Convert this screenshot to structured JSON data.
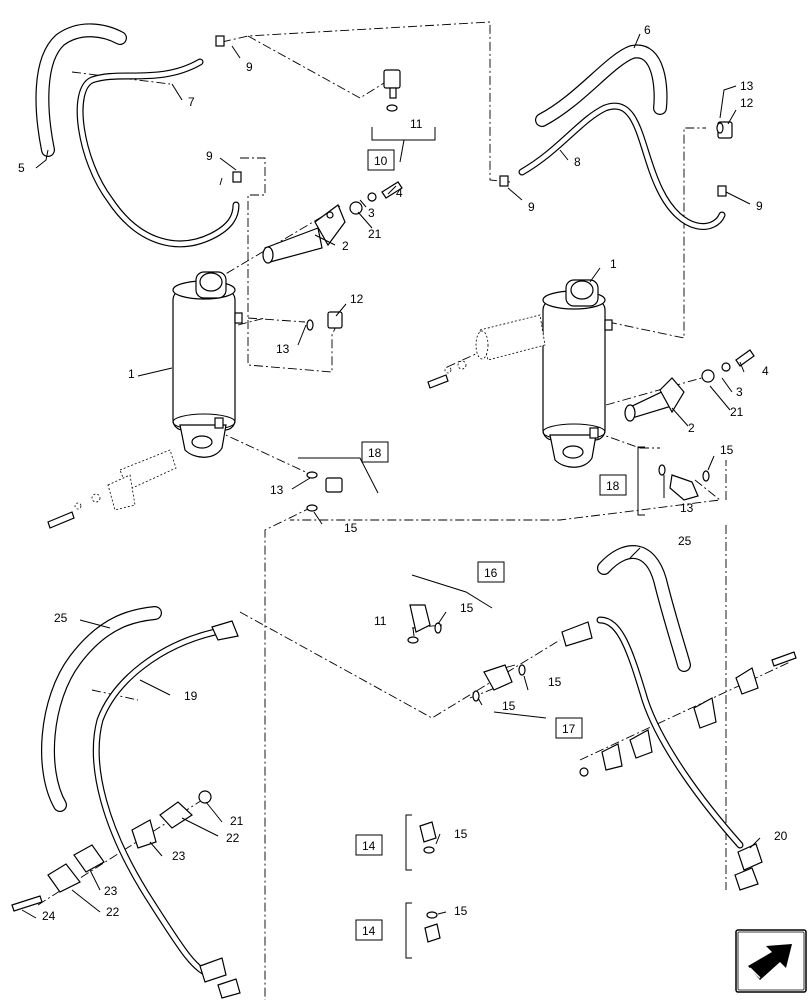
{
  "diagram": {
    "callouts": {
      "c1a": "1",
      "c1b": "1",
      "c2a": "2",
      "c2b": "2",
      "c3a": "3",
      "c3b": "3",
      "c4a": "4",
      "c4b": "4",
      "c5": "5",
      "c6": "6",
      "c7": "7",
      "c8": "8",
      "c9a": "9",
      "c9b": "9",
      "c9c": "9",
      "c9d": "9",
      "c11a": "11",
      "c11b": "11",
      "c12a": "12",
      "c12b": "12",
      "c13a": "13",
      "c13b": "13",
      "c13c": "13",
      "c13d": "13",
      "c15a": "15",
      "c15b": "15",
      "c15c": "15",
      "c15d": "15",
      "c15e": "15",
      "c15f": "15",
      "c15g": "15",
      "c19": "19",
      "c20": "20",
      "c21a": "21",
      "c21b": "21",
      "c21c": "21",
      "c22a": "22",
      "c22b": "22",
      "c23a": "23",
      "c23b": "23",
      "c24": "24",
      "c25a": "25",
      "c25b": "25"
    },
    "boxes": {
      "b10": "10",
      "b14a": "14",
      "b14b": "14",
      "b16": "16",
      "b17": "17",
      "b18a": "18",
      "b18b": "18"
    }
  }
}
